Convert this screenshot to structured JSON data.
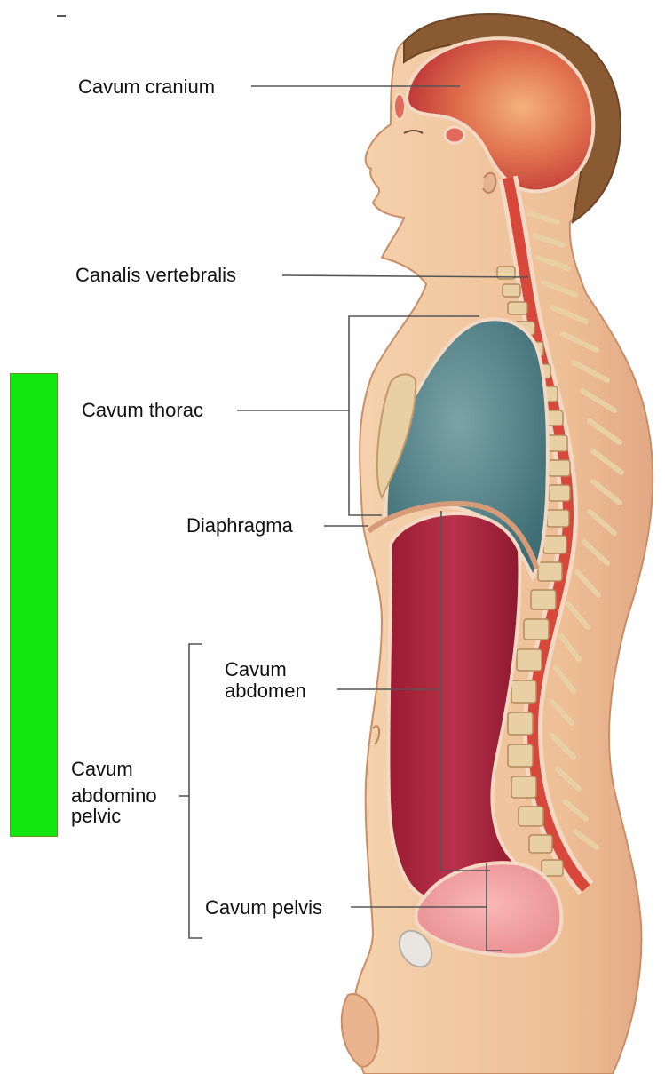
{
  "labels": {
    "cranium": "Cavum cranium",
    "vertebral": "Canalis vertebralis",
    "thorac": "Cavum thorac",
    "diaphragm": "Diaphragma",
    "abdomen_line1": "Cavum",
    "abdomen_line2": "abdomen",
    "abdpelvic_line1": "Cavum",
    "abdpelvic_line2": "abdomino",
    "abdpelvic_line3": "pelvic",
    "pelvis": "Cavum pelvis"
  },
  "colors": {
    "green_bar": "#11e611",
    "skin": "#f2cca6",
    "skin_shadow": "#dba37c",
    "cranial_cavity": "#d8584a",
    "thoracic_cavity": "#4f7f86",
    "abdominal_cavity": "#a51f38",
    "pelvic_cavity": "#f2a0a4",
    "spinal_canal": "#d8483a",
    "vertebra": "#e8cfa4",
    "hair": "#8a5a33",
    "leader_line": "#555555"
  }
}
